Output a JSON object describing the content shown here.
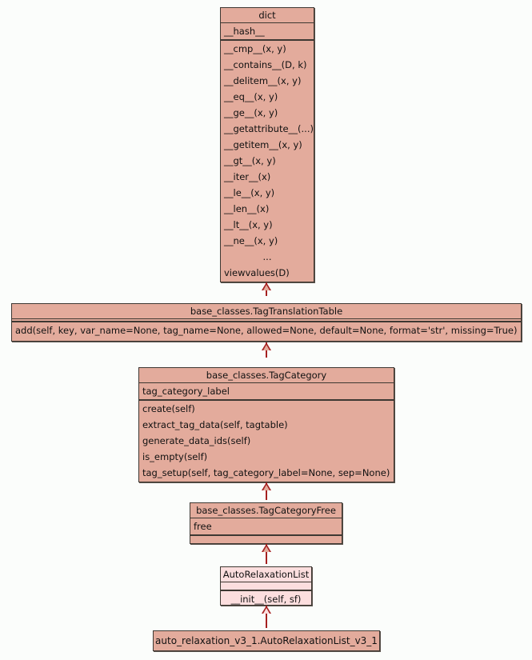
{
  "diagram": {
    "kind": "uml-class-diagram",
    "background_color": "#fbfdfb",
    "node_fill_color": "#e3ab9c",
    "node_fill_color_highlight": "#fcdede",
    "border_color": "#3d3832",
    "relation_color": "#a52020",
    "relation_type": "generalization"
  },
  "classes": {
    "dict": {
      "name": "dict",
      "attributes": [
        "__hash__"
      ],
      "operations": [
        "__cmp__(x, y)",
        "__contains__(D, k)",
        "__delitem__(x, y)",
        "__eq__(x, y)",
        "__ge__(x, y)",
        "__getattribute__(...)",
        "__getitem__(x, y)",
        "__gt__(x, y)",
        "__iter__(x)",
        "__le__(x, y)",
        "__len__(x)",
        "__lt__(x, y)",
        "__ne__(x, y)",
        "...",
        "viewvalues(D)"
      ]
    },
    "tag_translation_table": {
      "name": "base_classes.TagTranslationTable",
      "attributes": [],
      "operations": [
        "add(self, key, var_name=None, tag_name=None, allowed=None, default=None, format='str', missing=True)"
      ]
    },
    "tag_category": {
      "name": "base_classes.TagCategory",
      "attributes": [
        "tag_category_label"
      ],
      "operations": [
        "create(self)",
        "extract_tag_data(self, tagtable)",
        "generate_data_ids(self)",
        "is_empty(self)",
        "tag_setup(self, tag_category_label=None, sep=None)"
      ]
    },
    "tag_category_free": {
      "name": "base_classes.TagCategoryFree",
      "attributes": [
        "free"
      ],
      "operations": []
    },
    "auto_relaxation_list": {
      "name": "AutoRelaxationList",
      "attributes": [],
      "operations": [
        "__init__(self, sf)"
      ]
    },
    "auto_relaxation_list_v3_1": {
      "name": "auto_relaxation_v3_1.AutoRelaxationList_v3_1",
      "attributes": [],
      "operations": []
    }
  },
  "relations": [
    {
      "from": "base_classes.TagTranslationTable",
      "to": "dict",
      "type": "generalization"
    },
    {
      "from": "base_classes.TagCategory",
      "to": "base_classes.TagTranslationTable",
      "type": "generalization"
    },
    {
      "from": "base_classes.TagCategoryFree",
      "to": "base_classes.TagCategory",
      "type": "generalization"
    },
    {
      "from": "AutoRelaxationList",
      "to": "base_classes.TagCategoryFree",
      "type": "generalization"
    },
    {
      "from": "auto_relaxation_v3_1.AutoRelaxationList_v3_1",
      "to": "AutoRelaxationList",
      "type": "generalization"
    }
  ]
}
